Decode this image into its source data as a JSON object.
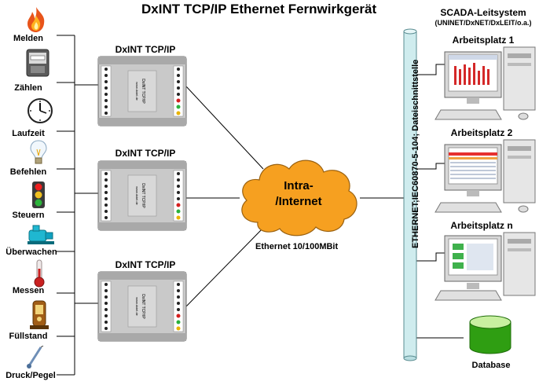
{
  "title": "DxINT TCP/IP  Ethernet Fernwirkgerät",
  "scada": {
    "title": "SCADA-Leitsystem",
    "subtitle": "(UNINET/DxNET/DxLEIT/o.a.)"
  },
  "left_items": [
    {
      "label": "Melden",
      "icon": "flame-icon"
    },
    {
      "label": "Zählen",
      "icon": "meter-icon"
    },
    {
      "label": "Laufzeit",
      "icon": "clock-icon"
    },
    {
      "label": "Befehlen",
      "icon": "lightbulb-icon"
    },
    {
      "label": "Steuern",
      "icon": "traffic-light-icon"
    },
    {
      "label": "Überwachen",
      "icon": "pump-icon"
    },
    {
      "label": "Messen",
      "icon": "thermometer-icon"
    },
    {
      "label": "Füllstand",
      "icon": "tank-icon"
    },
    {
      "label": "Druck/Pegel",
      "icon": "pressure-probe-icon"
    }
  ],
  "devices": [
    {
      "label": "DxINT TCP/IP",
      "module_text": "DxINT TCP/IP",
      "module_url": "www.dxtel.de"
    },
    {
      "label": "DxINT TCP/IP",
      "module_text": "DxINT TCP/IP",
      "module_url": "www.dxtel.de"
    },
    {
      "label": "DxINT TCP/IP",
      "module_text": "DxINT TCP/IP",
      "module_url": "www.dxtel.de"
    }
  ],
  "cloud": {
    "line1": "Intra-",
    "line2": "/Internet"
  },
  "ethernet_label": "Ethernet 10/100MBit",
  "bus_label": "ETHERNET;IEC60870-5-104; Dateischnittstelle",
  "workstations": [
    {
      "label": "Arbeitsplatz 1"
    },
    {
      "label": "Arbeitsplatz 2"
    },
    {
      "label": "Arbeitsplatz n"
    }
  ],
  "database_label": "Database",
  "colors": {
    "cloud": "#f6a020",
    "bus": "#cfecee",
    "database": "#2f9e12",
    "module": "#c9c9c9"
  }
}
